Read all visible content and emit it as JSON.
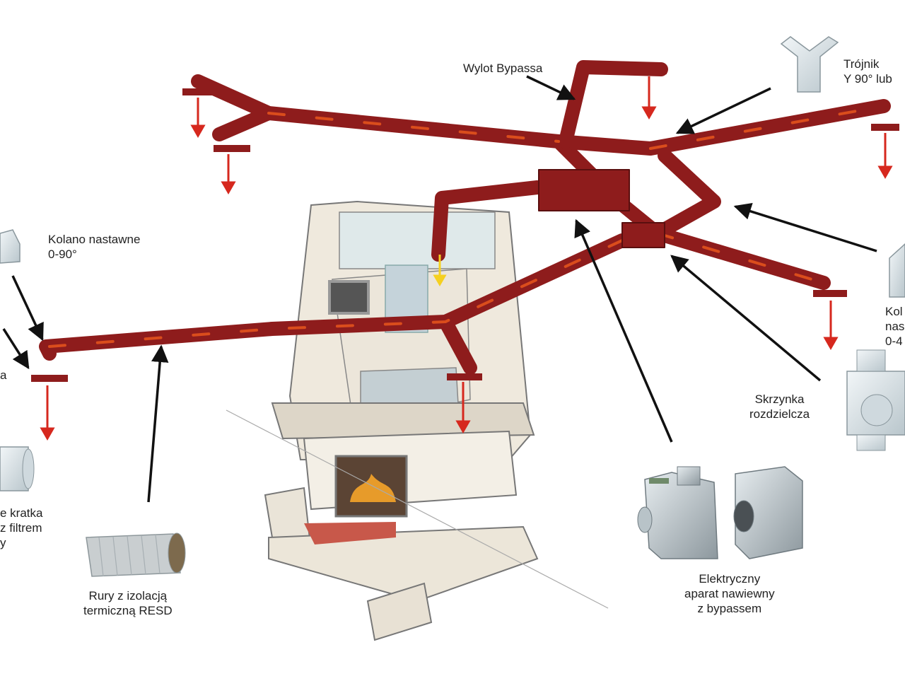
{
  "labels": {
    "bypass_outlet": "Wylot Bypassa",
    "tee": [
      "Trójnik",
      "Y 90° lub"
    ],
    "elbow_adjustable": [
      "Kolano nastawne",
      "0-90°"
    ],
    "elbow_right_partial": [
      "Kol",
      "nas",
      "0-4"
    ],
    "distribution_box": [
      "Skrzynka",
      "rozdzielcza"
    ],
    "grille_partial": [
      "e kratka",
      "z filtrem",
      "y"
    ],
    "left_partial_a": "a",
    "insulated_pipes": [
      "Rury z izolacją",
      "termiczną RESD"
    ],
    "electric_unit": [
      "Elektryczny",
      "aparat nawiewny",
      "z bypassem"
    ]
  },
  "colors": {
    "duct": "#8e1c1c",
    "duct_glow": "#e8561c",
    "arrow_red": "#d6281e",
    "fitting": "#d9e2e6",
    "fireplace": "#efe9dd",
    "arrow_black": "#111111"
  }
}
